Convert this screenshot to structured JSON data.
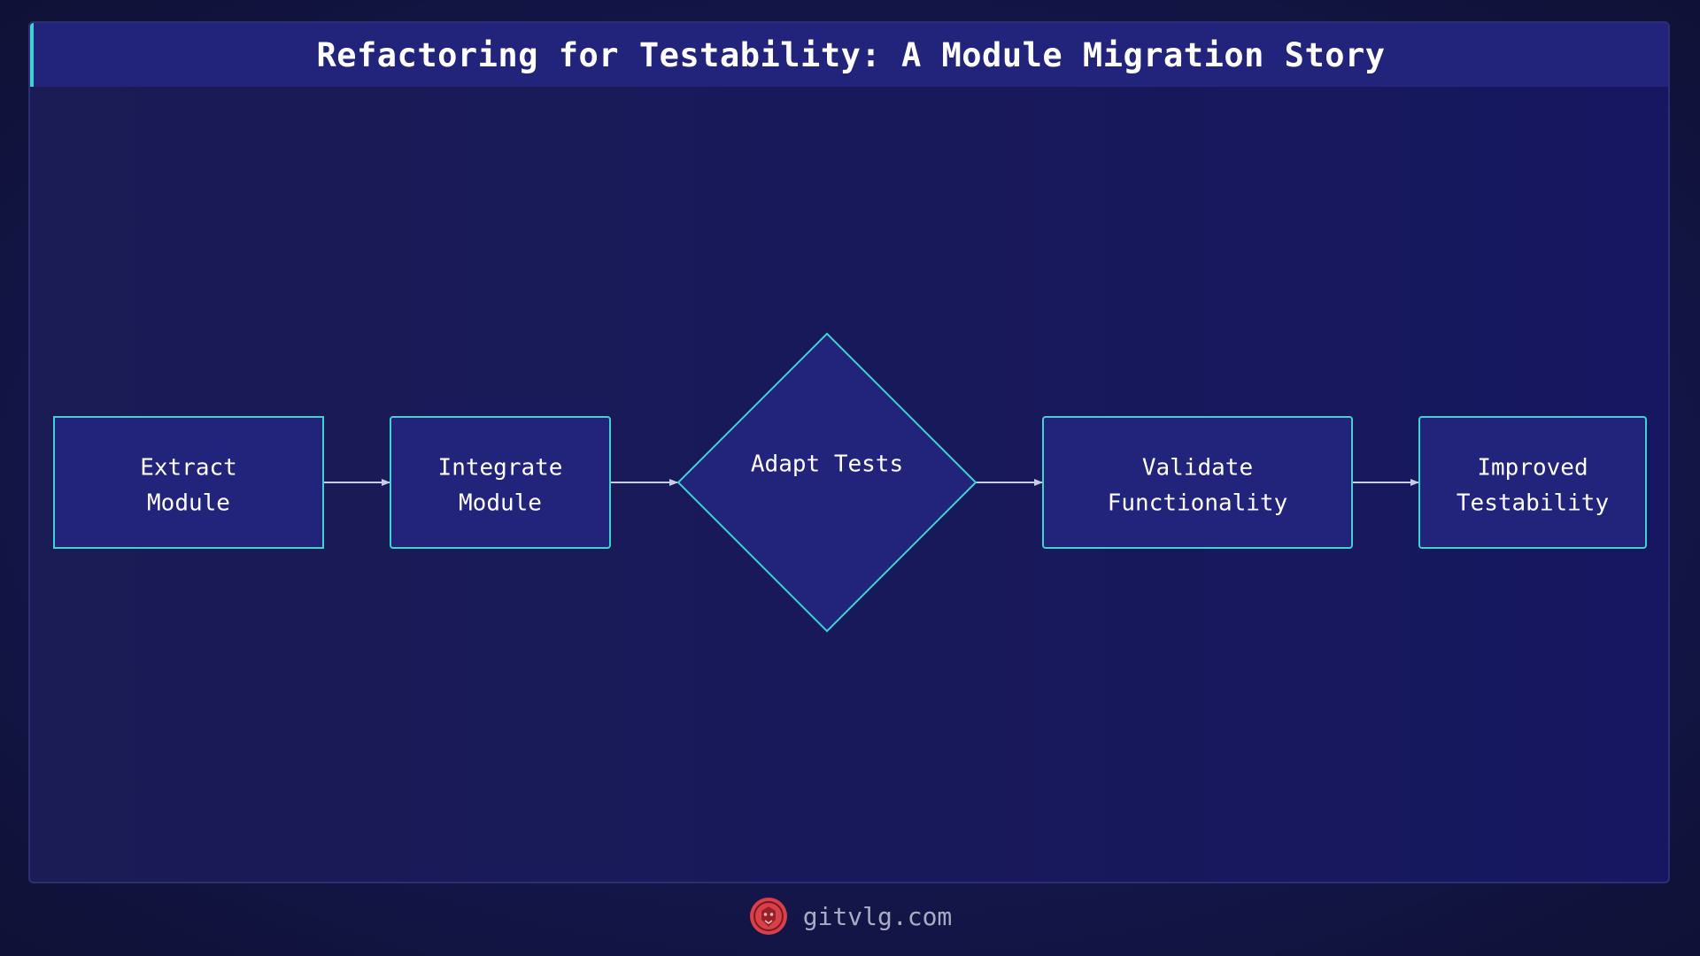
{
  "title": "Refactoring for Testability: A Module Migration Story",
  "nodes": [
    {
      "id": "extract",
      "shape": "rect",
      "lines": [
        "Extract",
        "Module"
      ]
    },
    {
      "id": "integrate",
      "shape": "rect",
      "lines": [
        "Integrate",
        "Module"
      ]
    },
    {
      "id": "adapt",
      "shape": "diamond",
      "lines": [
        "Adapt Tests"
      ]
    },
    {
      "id": "validate",
      "shape": "rect",
      "lines": [
        "Validate",
        "Functionality"
      ]
    },
    {
      "id": "improved",
      "shape": "rect",
      "lines": [
        "Improved",
        "Testability"
      ]
    }
  ],
  "edges": [
    {
      "from": "extract",
      "to": "integrate"
    },
    {
      "from": "integrate",
      "to": "adapt"
    },
    {
      "from": "adapt",
      "to": "validate"
    },
    {
      "from": "validate",
      "to": "improved"
    }
  ],
  "footer": {
    "site": "gitvlg.com",
    "logo_icon": "lion-logo-icon"
  },
  "colors": {
    "node_fill": "#22237a",
    "node_stroke": "#3fd2d0",
    "edge": "#c8cae6",
    "accent": "#3fd2d0",
    "logo": "#d8404a"
  }
}
